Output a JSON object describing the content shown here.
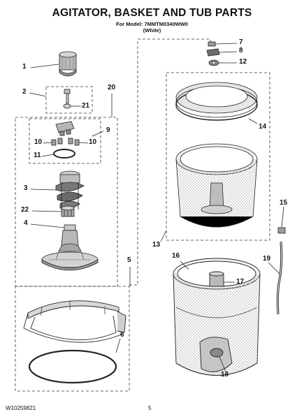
{
  "header": {
    "title": "AGITATOR, BASKET AND TUB PARTS",
    "model_line": "For Model: 7MMTM0340WW0",
    "color_line": "(White)"
  },
  "footer": {
    "doc_number": "W10259821",
    "page_number": "5"
  },
  "callouts": [
    "1",
    "2",
    "21",
    "20",
    "9",
    "10",
    "10",
    "11",
    "3",
    "22",
    "4",
    "5",
    "6",
    "7",
    "8",
    "12",
    "14",
    "13",
    "15",
    "16",
    "17",
    "19",
    "18"
  ]
}
